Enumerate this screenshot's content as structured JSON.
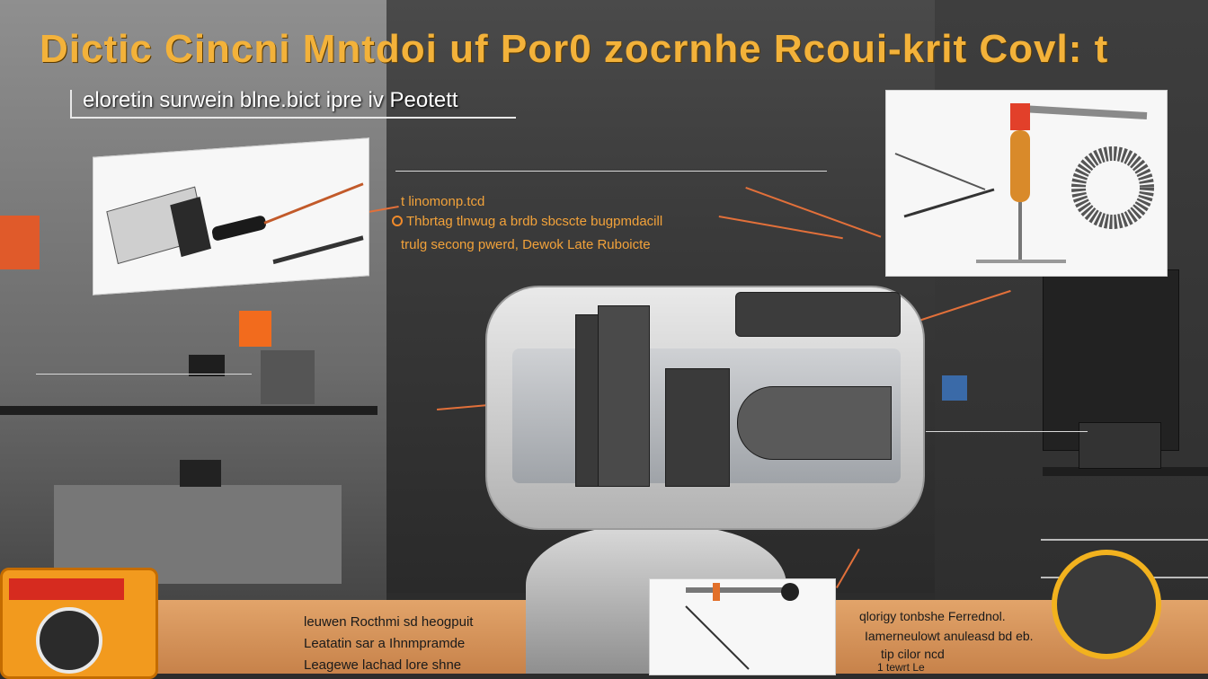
{
  "title": "Dictic Cincni Mntdoi uf Por0 zocrnhe Rcoui-krit Covl: t",
  "subtitle": "eloretin surwein blne.bict ipre iv Peotett",
  "annotations": {
    "callout_top": [
      "t linomonp.tcd",
      "Thbrtag tlnwug a brdb sbcscte bugpmdacill",
      "trulg secong pwerd, Dewok Late Ruboicte"
    ],
    "bottom_left": [
      "leuwen Rocthmi sd heogpuit",
      "Leatatin sar a Ihnmpramde",
      "Leagewe lachad lore shne"
    ],
    "bottom_right": [
      "qlorigy tonbshe Ferrednol.",
      "Iamerneulowt anuleasd bd eb.",
      "tip cilor ncd",
      "1 tewrt Le"
    ]
  },
  "colors": {
    "title": "#f3b23a",
    "annotation": "#f2a23a",
    "wire": "#e2703a",
    "device": "#d4d4d4"
  },
  "icons": [
    "soldering-iron-icon",
    "wire-coil-icon",
    "multimeter-icon",
    "circuit-board-icon"
  ]
}
